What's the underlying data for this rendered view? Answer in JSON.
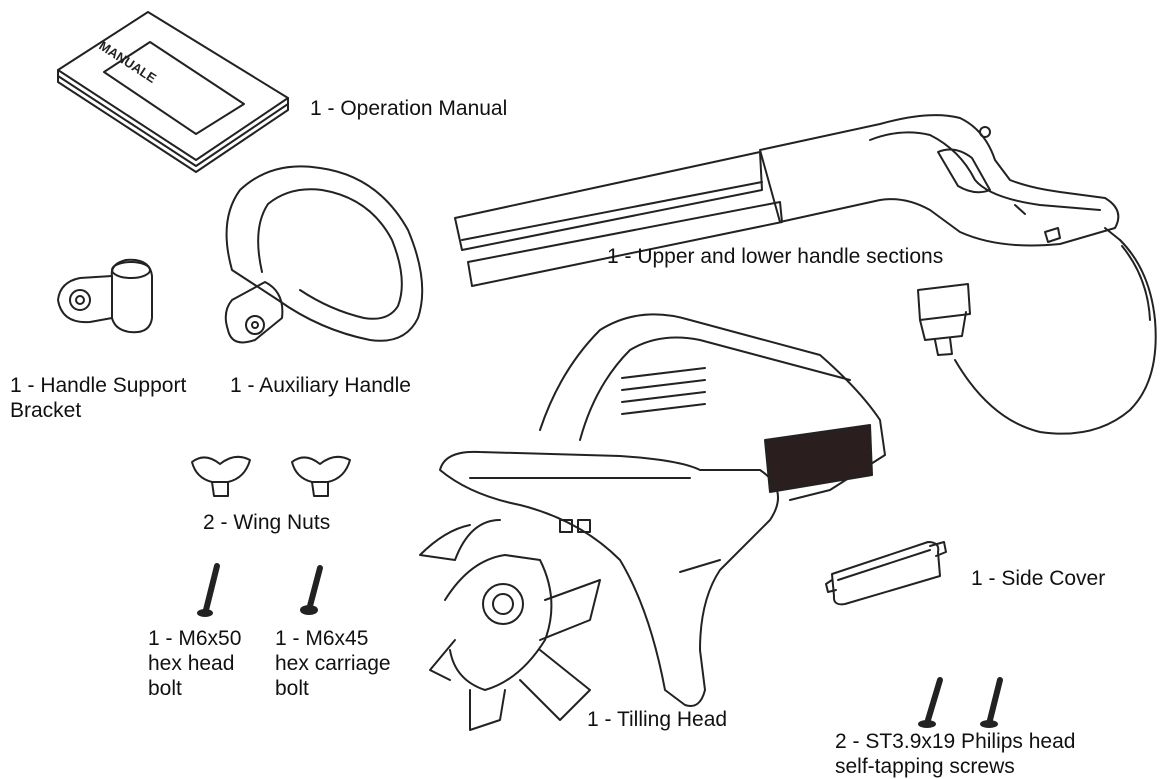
{
  "manual_cover_text": "MANUALE",
  "parts": [
    {
      "id": "operation-manual",
      "lines": [
        "1 - Operation Manual"
      ]
    },
    {
      "id": "handle-sections",
      "lines": [
        "1 - Upper and lower handle sections"
      ]
    },
    {
      "id": "handle-support-bracket",
      "lines": [
        "1 - Handle Support",
        "Bracket"
      ]
    },
    {
      "id": "auxiliary-handle",
      "lines": [
        "1 - Auxiliary Handle"
      ]
    },
    {
      "id": "wing-nuts",
      "lines": [
        "2 - Wing Nuts"
      ]
    },
    {
      "id": "m6x50-bolt",
      "lines": [
        "1 - M6x50",
        "hex head",
        "bolt"
      ]
    },
    {
      "id": "m6x45-bolt",
      "lines": [
        "1 - M6x45",
        "hex carriage",
        "bolt"
      ]
    },
    {
      "id": "tilling-head",
      "lines": [
        "1 - Tilling Head"
      ]
    },
    {
      "id": "side-cover",
      "lines": [
        "1 - Side Cover"
      ]
    },
    {
      "id": "philips-screws",
      "lines": [
        "2 - ST3.9x19 Philips head",
        "self-tapping screws"
      ]
    }
  ]
}
